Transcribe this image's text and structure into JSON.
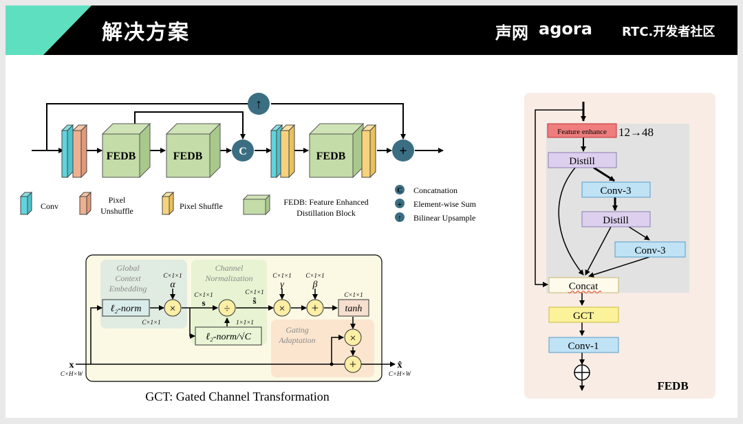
{
  "header": {
    "title": "解决方案",
    "logo_shengwang": "声网",
    "logo_agora": "agora",
    "logo_rtc": "RTC.开发者社区",
    "accent_color": "#5ee0c0"
  },
  "pipeline": {
    "fedb_label": "FEDB",
    "concat_symbol": "C",
    "sum_symbol": "+",
    "upsample_symbol": "↑"
  },
  "legend": {
    "conv": "Conv",
    "pixel_unshuffle_1": "Pixel",
    "pixel_unshuffle_2": "Unshuffle",
    "pixel_shuffle": "Pixel Shuffle",
    "fedb_1": "FEDB: Feature Enhanced",
    "fedb_2": "Distillation Block",
    "concat": "Concatnation",
    "sum": "Element-wise Sum",
    "upsample": "Bilinear Upsample"
  },
  "gct": {
    "caption": "GCT: Gated Channel Transformation",
    "region_global_1": "Global",
    "region_global_2": "Context",
    "region_global_3": "Embedding",
    "region_norm_1": "Channel",
    "region_norm_2": "Normalization",
    "region_gating_1": "Gating",
    "region_gating_2": "Adaptation",
    "l2norm": "ℓ₂-norm",
    "l2norm_c": "ℓ₂-norm/√C",
    "tanh": "tanh",
    "alpha": "α",
    "gamma": "γ",
    "beta": "β",
    "s": "s",
    "s_hat": "ŝ",
    "dim_c11": "C×1×1",
    "dim_111": "1×1×1",
    "x_in": "x",
    "x_out": "x̂",
    "dim_chw": "C×H×W",
    "times": "×",
    "div": "÷",
    "plus": "+"
  },
  "fedb": {
    "feature_enhance": "Feature enhance",
    "channels": "12→48",
    "distill_1": "Distill",
    "conv3_1": "Conv-3",
    "distill_2": "Distill",
    "conv3_2": "Conv-3",
    "concat": "Concat",
    "gct": "GCT",
    "conv1": "Conv-1",
    "title": "FEDB"
  }
}
